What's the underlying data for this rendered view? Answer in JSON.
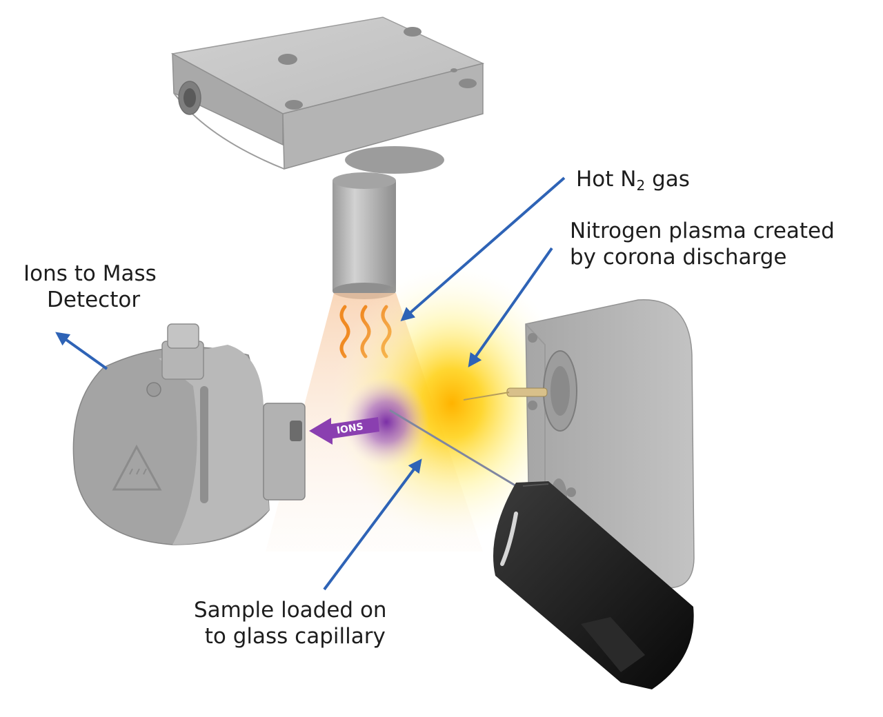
{
  "labels": {
    "hot_gas": {
      "prefix": "Hot N",
      "subscript": "2",
      "suffix": " gas"
    },
    "plasma": {
      "line1": "Nitrogen plasma created",
      "line2": "by corona discharge"
    },
    "ions_to_detector": {
      "line1": "Ions to Mass",
      "line2": "Detector"
    },
    "sample": {
      "line1": "Sample loaded on",
      "line2": "to glass capillary"
    },
    "ions_arrow_text": "IONS"
  },
  "colors": {
    "arrow": "#2e63b6",
    "ions": "#8a3fb0",
    "plasma": "#ffcc00",
    "heat_waves": "#f08a22",
    "metal": "#b9b9b9",
    "metal_dark": "#8e8e8e",
    "holder": "#151515"
  }
}
